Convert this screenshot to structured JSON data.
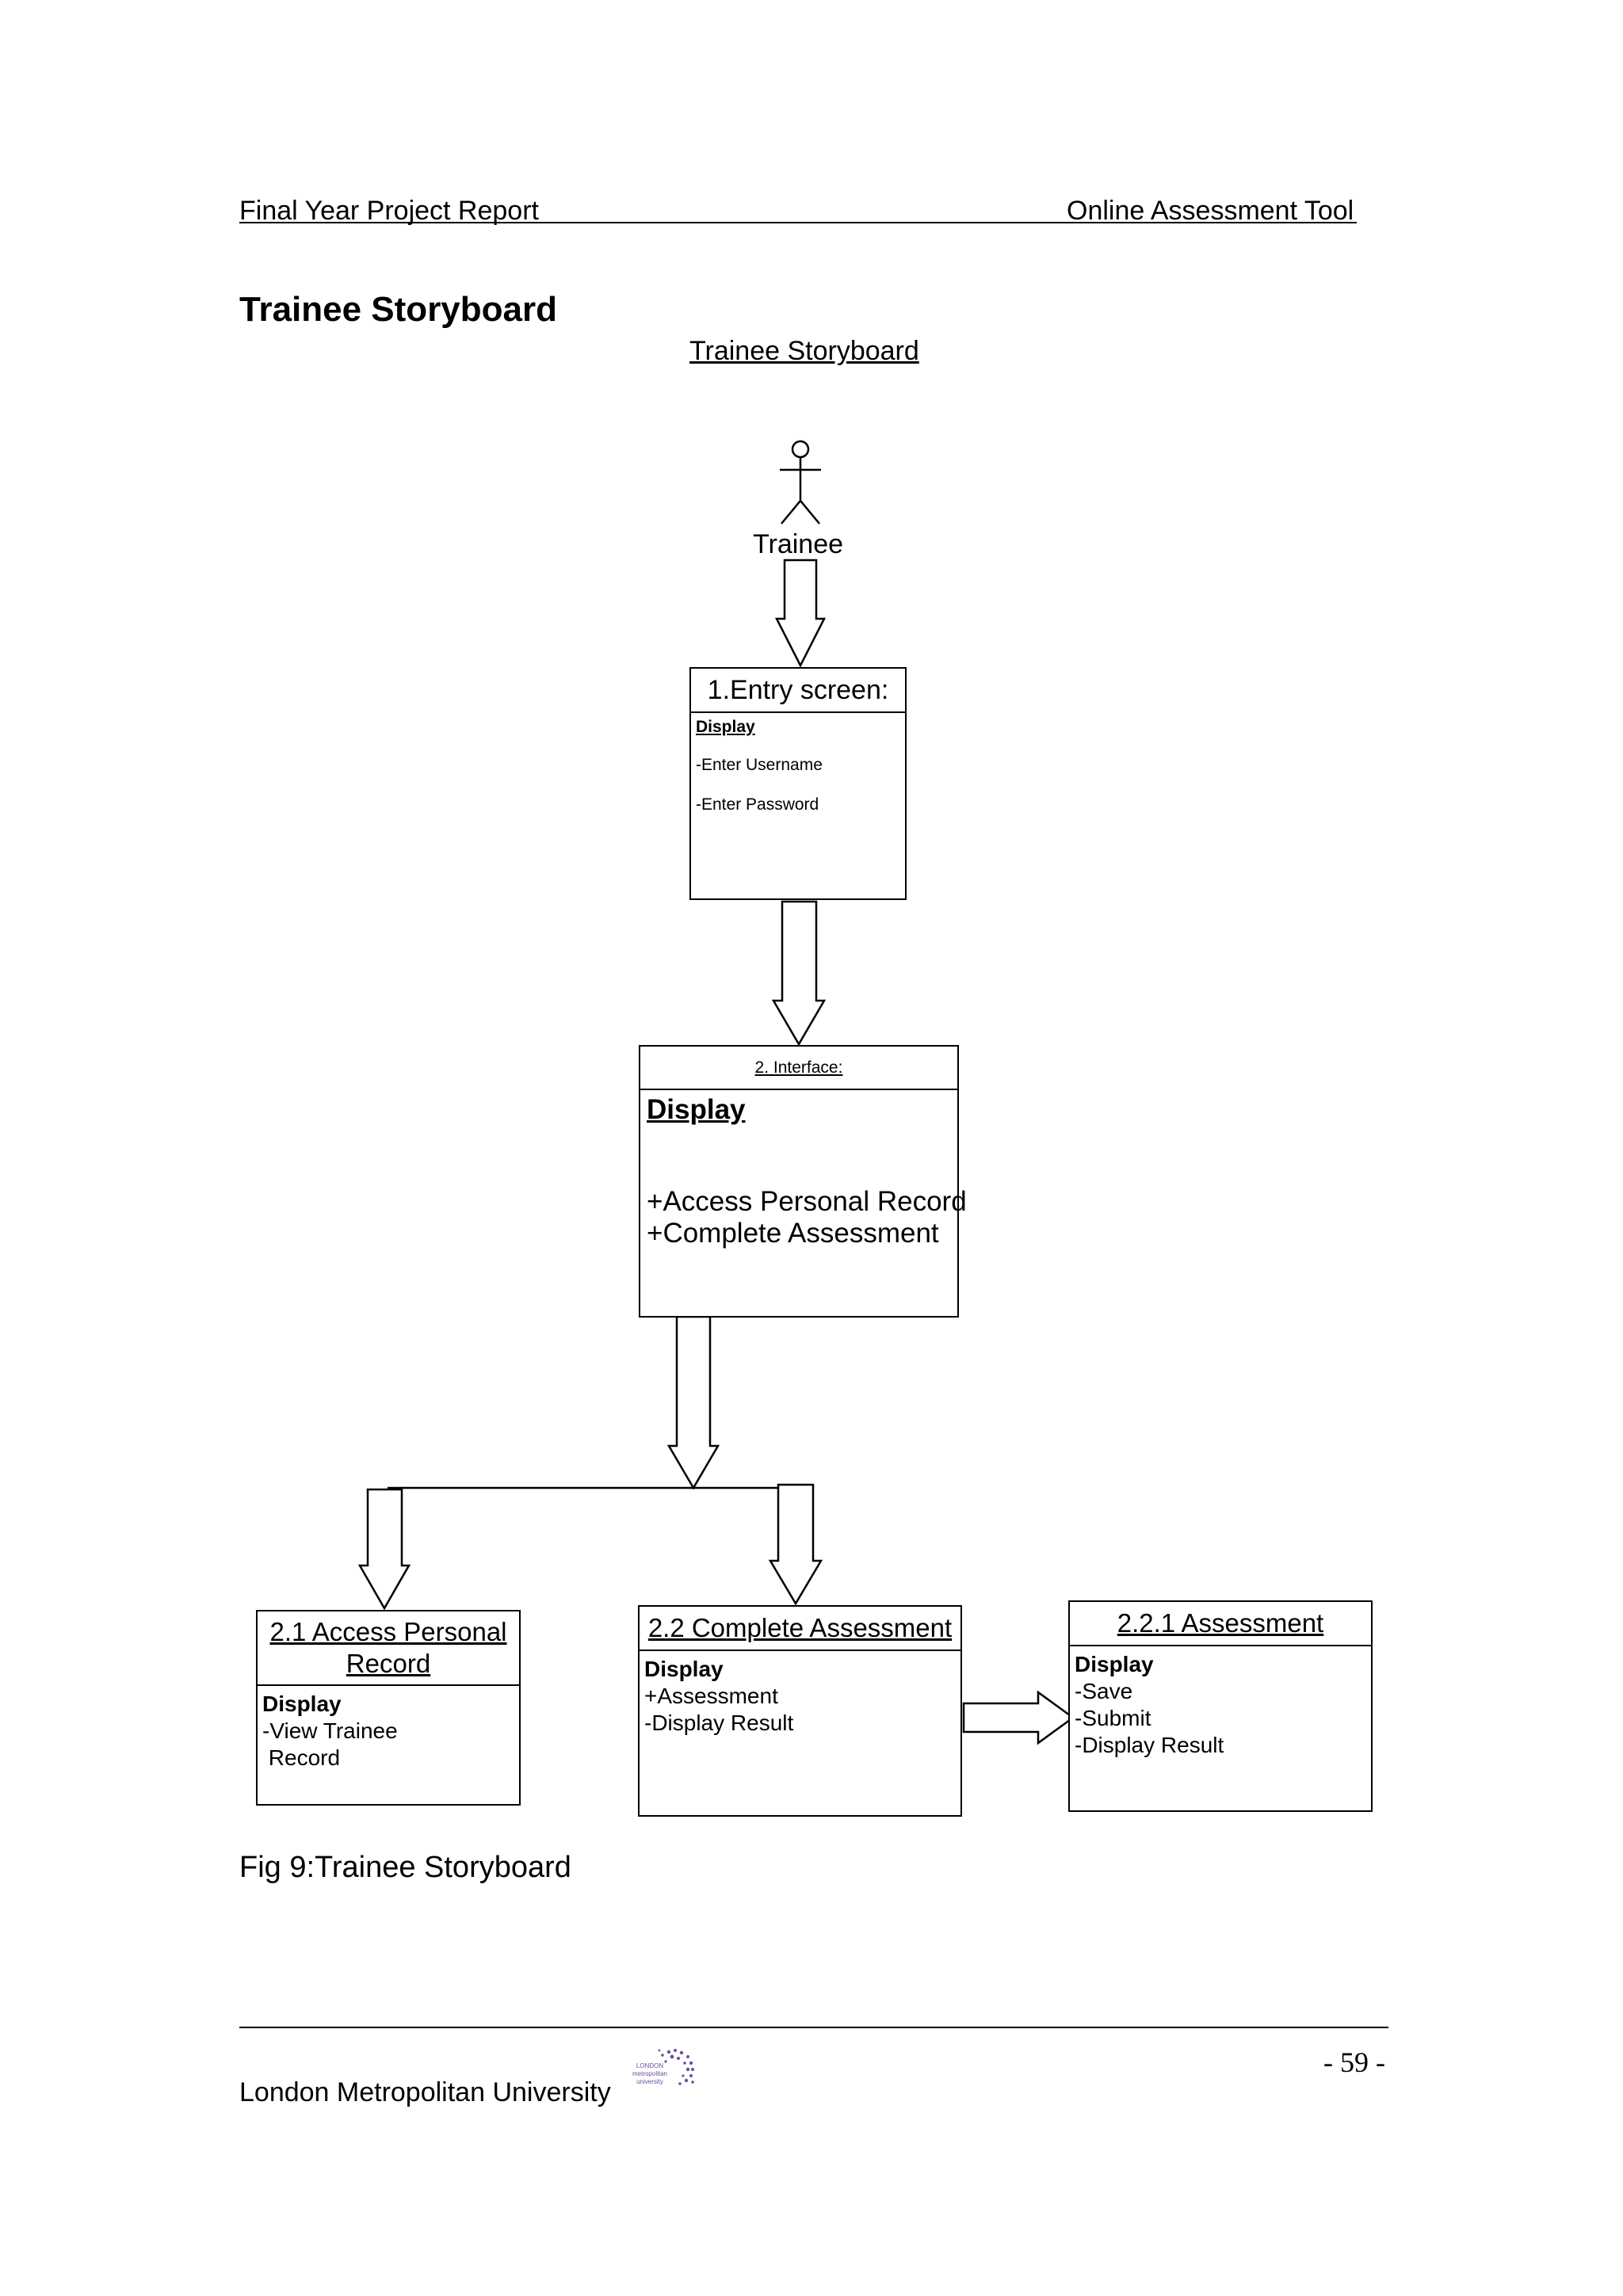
{
  "header": {
    "left": "Final Year Project Report",
    "right": "Online Assessment Tool"
  },
  "section_heading": "Trainee Storyboard",
  "diagram": {
    "title": "Trainee Storyboard",
    "actor": "Trainee",
    "entry": {
      "title": "1.Entry screen:",
      "display": "Display",
      "items": [
        "-Enter Username",
        "-Enter Password"
      ]
    },
    "interface": {
      "title": "2. Interface:",
      "display": "Display",
      "items": [
        "+Access Personal Record",
        "+Complete Assessment"
      ]
    },
    "access_record": {
      "title_line1": "2.1 Access Personal",
      "title_line2": "Record",
      "display": "Display",
      "items": [
        "-View Trainee",
        " Record"
      ]
    },
    "complete_assessment": {
      "title": "2.2 Complete Assessment",
      "display": "Display",
      "items": [
        "+Assessment",
        "-Display Result"
      ]
    },
    "assessment": {
      "title": "2.2.1 Assessment",
      "display": "Display",
      "items": [
        "-Save",
        "-Submit",
        "-Display Result"
      ]
    }
  },
  "caption": "Fig 9:Trainee Storyboard",
  "footer": {
    "institution": "London Metropolitan University",
    "logo_text": [
      "LONDON",
      "metropolitan",
      "university"
    ],
    "page_number": "- 59 -"
  }
}
